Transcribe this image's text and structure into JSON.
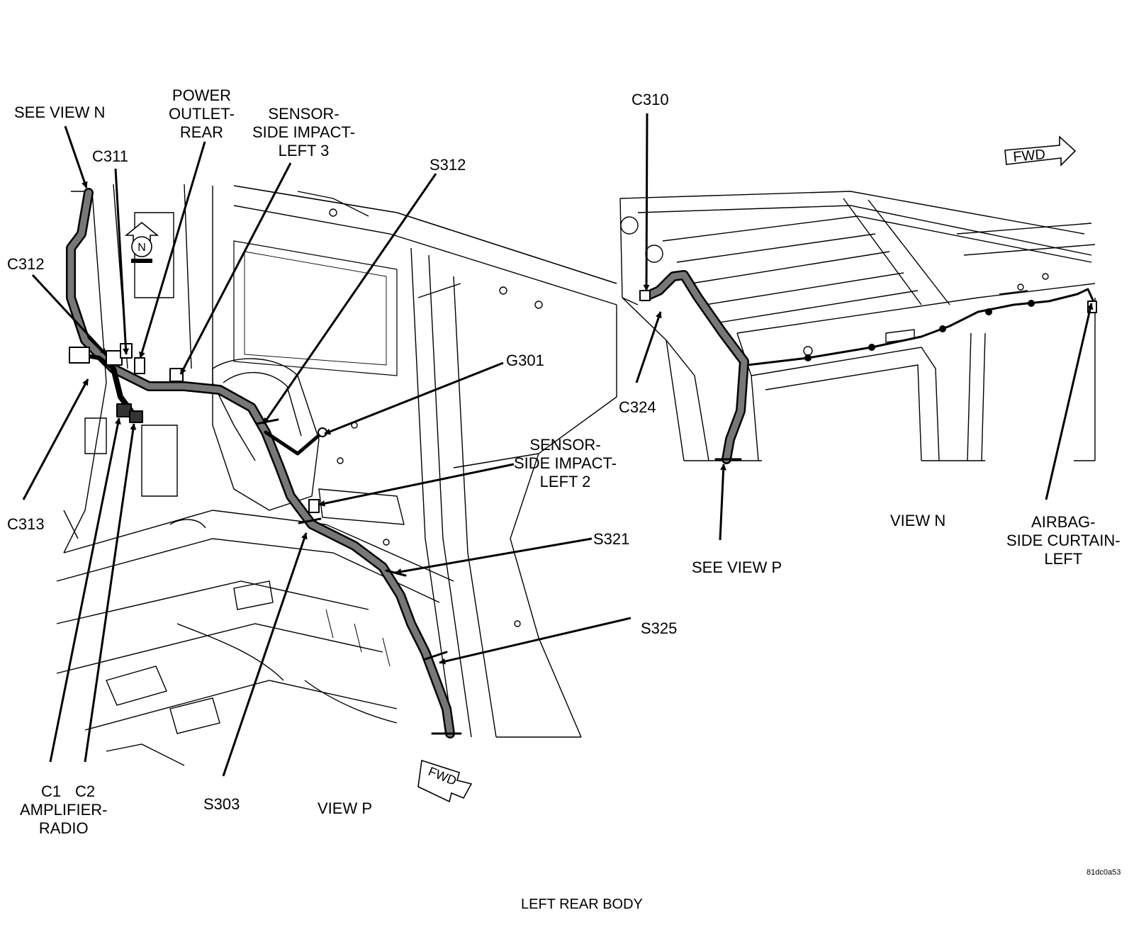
{
  "caption": "LEFT REAR BODY",
  "figure_code": "81dc0a53",
  "views": {
    "p": "VIEW P",
    "n": "VIEW N"
  },
  "fwd": "FWD",
  "north_marker": "N",
  "labels": {
    "see_view_n": "SEE VIEW N",
    "c311": "C311",
    "power_outlet": [
      "POWER",
      "OUTLET-",
      "REAR"
    ],
    "sensor_left_3": [
      "SENSOR-",
      "SIDE IMPACT-",
      "LEFT 3"
    ],
    "s312": "S312",
    "c312": "C312",
    "g301": "G301",
    "sensor_left_2": [
      "SENSOR-",
      "SIDE IMPACT-",
      "LEFT 2"
    ],
    "c313": "C313",
    "s321": "S321",
    "s325": "S325",
    "c1": "C1",
    "c2": "C2",
    "amplifier_radio": [
      "AMPLIFIER-",
      "RADIO"
    ],
    "s303": "S303",
    "c310": "C310",
    "c324": "C324",
    "see_view_p": "SEE VIEW P",
    "airbag_curtain": [
      "AIRBAG-",
      "SIDE CURTAIN-",
      "LEFT"
    ]
  },
  "colors": {
    "ink": "#000000",
    "harness": "#555555",
    "background": "#ffffff"
  }
}
